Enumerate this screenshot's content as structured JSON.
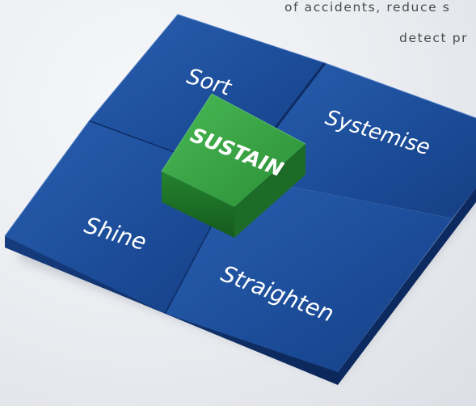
{
  "header": {
    "line1": "of accidents, reduce s",
    "line2": "detect pr"
  },
  "diagram": {
    "center_label": "SUSTAIN",
    "tiles": [
      {
        "label": "Sort"
      },
      {
        "label": "Systemise"
      },
      {
        "label": "Shine"
      },
      {
        "label": "Straighten"
      }
    ],
    "colors": {
      "tile_blue": "#1d4f9c",
      "tile_blue_dark": "#0f2f6a",
      "block_green": "#2f9a3c",
      "block_green_dark": "#1b6a26",
      "background": "#eceef2"
    }
  }
}
